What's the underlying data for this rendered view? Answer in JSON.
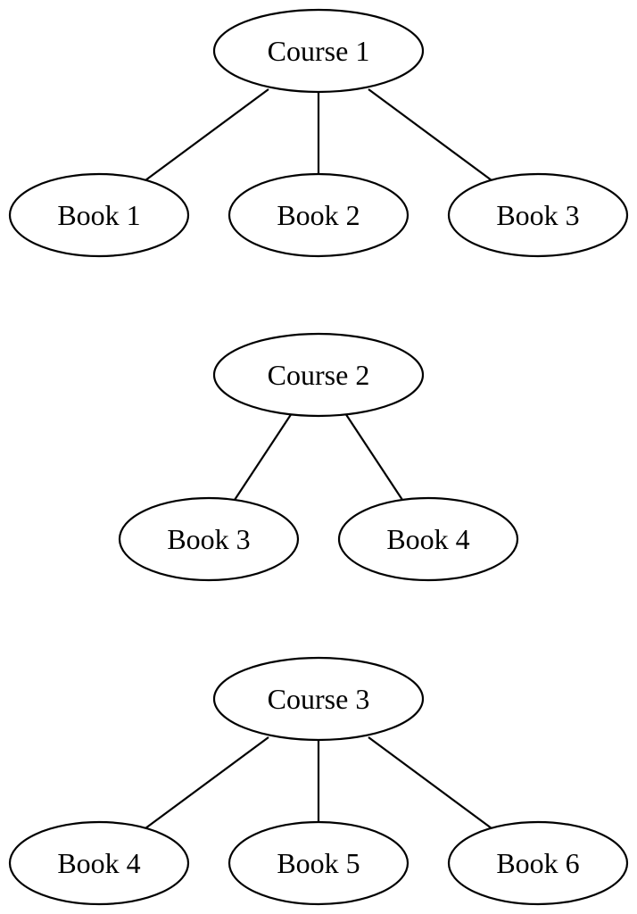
{
  "diagram": {
    "trees": [
      {
        "course": "Course 1",
        "books": [
          "Book 1",
          "Book 2",
          "Book 3"
        ]
      },
      {
        "course": "Course 2",
        "books": [
          "Book 3",
          "Book 4"
        ]
      },
      {
        "course": "Course 3",
        "books": [
          "Book 4",
          "Book 5",
          "Book 6"
        ]
      }
    ]
  }
}
